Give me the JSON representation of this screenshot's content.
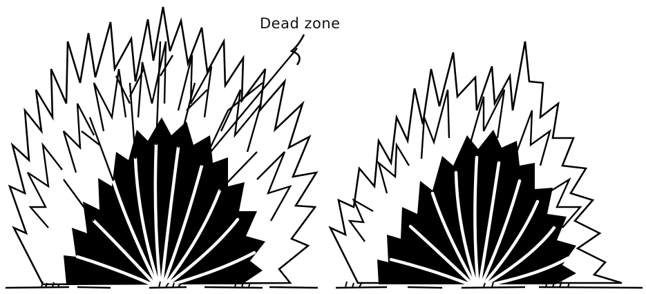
{
  "labels": {
    "dead_zone": "Dead zone"
  },
  "colors": {
    "ink": "#000000",
    "paper": "#ffffff"
  },
  "figures": [
    {
      "name": "bunchgrass-plant-with-dead-center"
    },
    {
      "name": "bunchgrass-plant-healthy"
    }
  ]
}
